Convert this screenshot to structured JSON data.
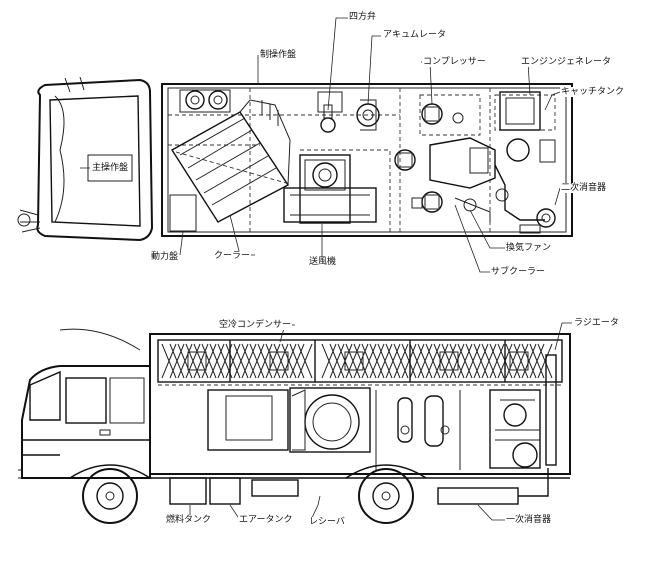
{
  "plan_view": {
    "labels": {
      "four_way_valve": "四方弁",
      "accumulator": "アキュムレータ",
      "control_panel": "制操作盤",
      "compressor": "コンプレッサー",
      "engine_generator": "エンジンジェネレータ",
      "catch_tank": "キャッチタンク",
      "main_control_panel": "主操作盤",
      "secondary_muffler": "二次消音器",
      "exhaust_fan": "換気ファン",
      "sub_cooler": "サブクーラー",
      "power_panel": "動力盤",
      "cooler": "クーラー",
      "blower": "送風機"
    }
  },
  "side_view": {
    "labels": {
      "air_cooled_condenser": "空冷コンデンサー",
      "radiator": "ラジエータ",
      "fuel_tank": "燃料タンク",
      "air_tank": "エアータンク",
      "receiver": "レシーバ",
      "primary_muffler": "一次消音器"
    }
  }
}
